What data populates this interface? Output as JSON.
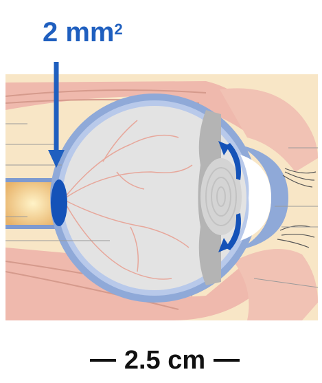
{
  "labels": {
    "optic_disc_area": {
      "value": "2 mm",
      "superscript": "2"
    },
    "eye_diameter": "2.5 cm"
  },
  "colors": {
    "label_blue": "#1f5fbf",
    "muscle_pink": "#efb9ad",
    "sclera_blue": "#8fa9d8",
    "vitreous_gray": "#dedede",
    "optic_disc_blue": "#1452b8",
    "background_peach": "#f8e6c6"
  },
  "icons": {
    "arrow": "down-arrow-icon"
  }
}
